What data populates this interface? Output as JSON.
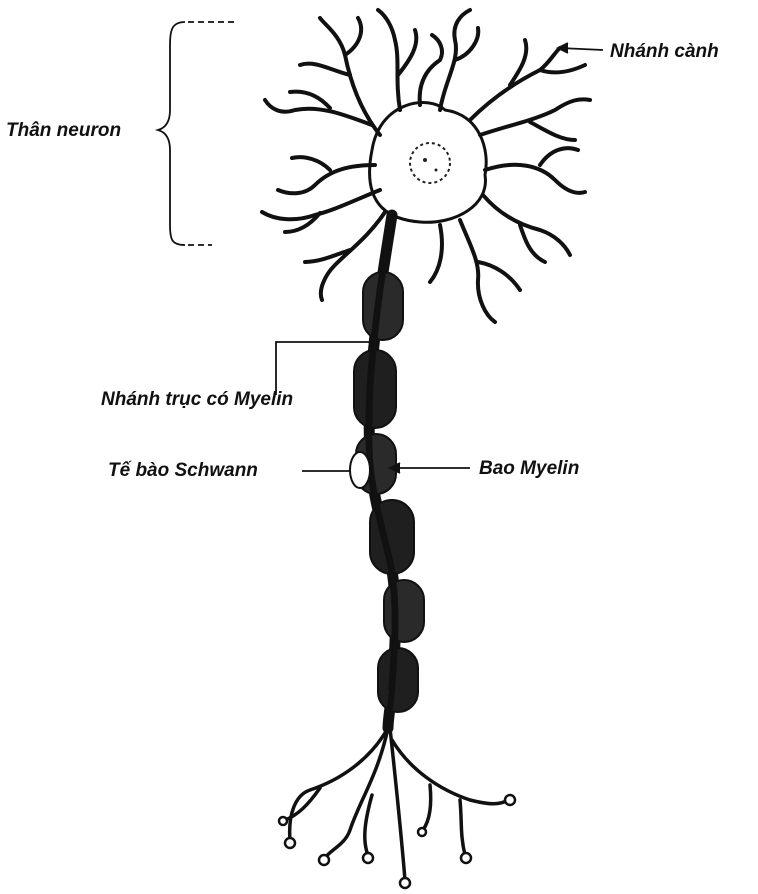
{
  "labels": {
    "dendrite": "Nhánh cành",
    "soma": "Thân neuron",
    "axon": "Nhánh trục có Myelin",
    "schwann": "Tế bào Schwann",
    "sheath": "Bao Myelin"
  }
}
